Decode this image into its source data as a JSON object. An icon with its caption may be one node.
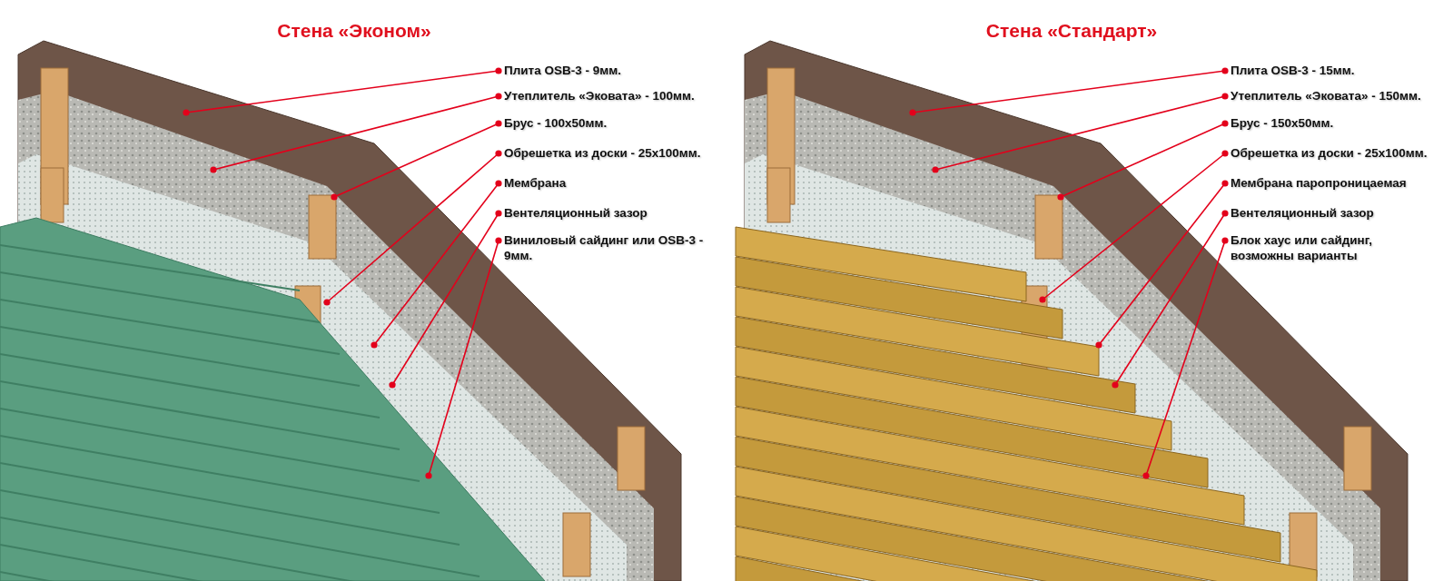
{
  "diagram": {
    "nodes": [
      {
        "text": [
          "Плита OSB-3 - 9мм."
        ]
      },
      {
        "text": [
          "Утеплитель «Эковата» - 100мм."
        ]
      },
      {
        "text": [
          "Брус - 100х50мм."
        ]
      },
      {
        "text": [
          "Обрешетка из доски - 25х100мм."
        ]
      },
      {
        "text": [
          "Мембрана"
        ]
      },
      {
        "text": [
          "Вентеляционный зазор"
        ]
      },
      {
        "text": [
          "Виниловый сайдинг или OSB-3 - 9мм."
        ]
      },
      {
        "text": [
          "Плита OSB-3 - 15мм."
        ]
      },
      {
        "text": [
          "Утеплитель «Эковата» - 150мм."
        ]
      },
      {
        "text": [
          "Брус - 150х50мм."
        ]
      },
      {
        "text": [
          "Обрешетка из доски - 25х100мм."
        ]
      },
      {
        "text": [
          "Мембрана паропроницаемая"
        ]
      },
      {
        "text": [
          "Вентеляционный зазор"
        ]
      },
      {
        "text": [
          "Блок хаус или сайдинг, возможны варианты"
        ]
      }
    ],
    "edges": [
      {
        "from": 0,
        "to": null,
        "arrow": "other"
      },
      {
        "from": 1,
        "to": null,
        "arrow": "other"
      },
      {
        "from": 2,
        "to": null,
        "arrow": "other"
      },
      {
        "from": 3,
        "to": null,
        "arrow": "other"
      },
      {
        "from": 4,
        "to": null,
        "arrow": "other"
      },
      {
        "from": 5,
        "to": null,
        "arrow": "other"
      },
      {
        "from": 6,
        "to": null,
        "arrow": "other"
      },
      {
        "from": 7,
        "to": null,
        "arrow": "other"
      },
      {
        "from": 8,
        "to": null,
        "arrow": "other"
      },
      {
        "from": 9,
        "to": null,
        "arrow": "other"
      },
      {
        "from": 10,
        "to": null,
        "arrow": "other"
      },
      {
        "from": 11,
        "to": null,
        "arrow": "other"
      },
      {
        "from": 12,
        "to": null,
        "arrow": "other"
      },
      {
        "from": 13,
        "to": null,
        "arrow": "other"
      }
    ],
    "labels": [
      "Стена «Эконом»",
      "Стена «Стандарт»"
    ]
  }
}
